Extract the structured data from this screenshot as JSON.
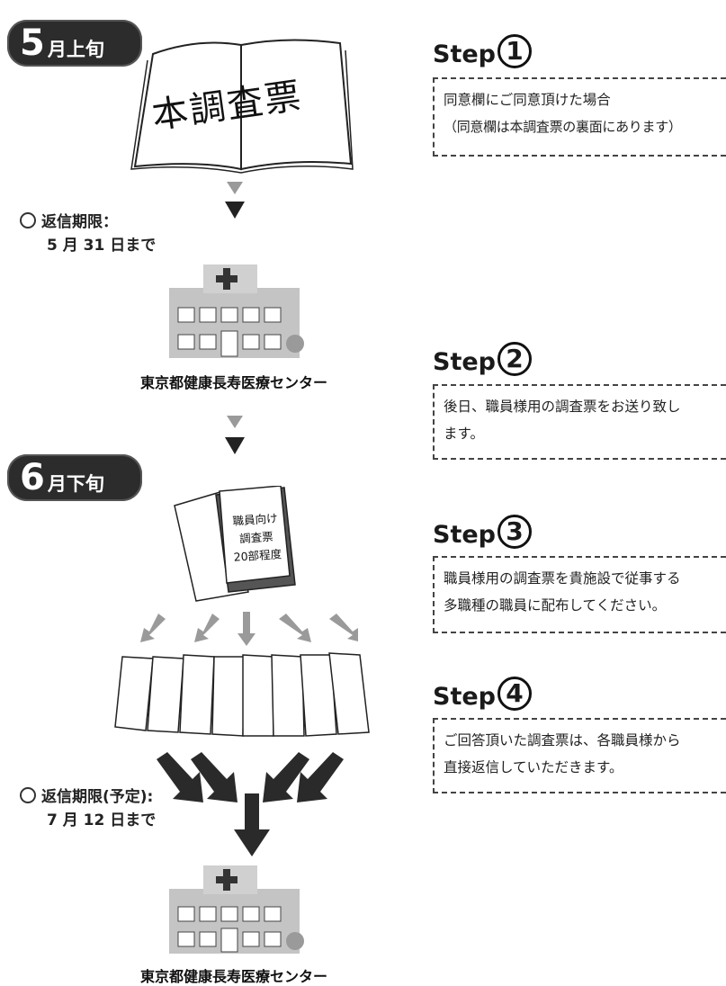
{
  "flow": {
    "phase1": {
      "num": "5",
      "label": "月上旬"
    },
    "survey_book": {
      "title": "本調査票"
    },
    "deadline1": {
      "label": "返信期限：",
      "date": "5 月 31 日まで"
    },
    "facility1": {
      "name": "東京都健康長寿医療センター"
    },
    "phase2": {
      "num": "6",
      "label": "月下旬"
    },
    "staff_pack": {
      "line1": "職員向け",
      "line2": "調査票",
      "line3": "20部程度"
    },
    "deadline2": {
      "label": "返信期限(予定):",
      "date": "7 月 12 日まで"
    },
    "facility2": {
      "name": "東京都健康長寿医療センター"
    }
  },
  "steps": [
    {
      "word": "Step",
      "num": "1",
      "lines": [
        "同意欄にご同意頂けた場合",
        "（同意欄は本調査票の裏面にあります）"
      ]
    },
    {
      "word": "Step",
      "num": "2",
      "lines": [
        "後日、職員様用の調査票をお送り致し",
        "ます。"
      ]
    },
    {
      "word": "Step",
      "num": "3",
      "lines": [
        "職員様用の調査票を貴施設で従事する",
        "多職種の職員に配布してください。"
      ]
    },
    {
      "word": "Step",
      "num": "4",
      "lines": [
        "ご回答頂いた調査票は、各職員様から",
        "直接返信していただきます。"
      ]
    }
  ],
  "colors": {
    "ink": "#1a1a1a",
    "badge": "#2c2c2c",
    "light_arrow": "#9a9a9a",
    "building": "#b8b8b8"
  }
}
